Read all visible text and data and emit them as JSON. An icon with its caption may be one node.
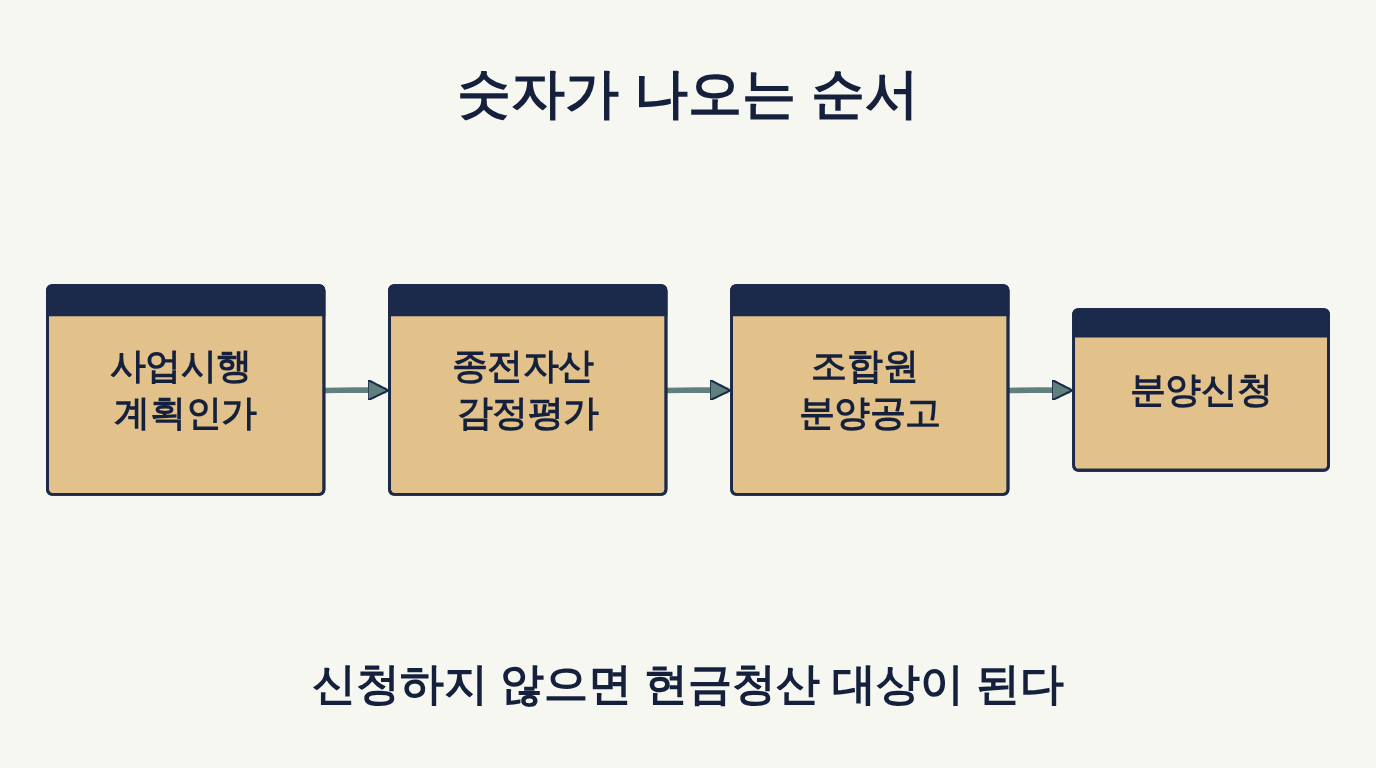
{
  "diagram": {
    "title": "숫자가 나오는 순서",
    "caption": "신청하지 않으면 현금청산 대상이 된다",
    "nodes": [
      {
        "text": [
          "사업시행 계획인가"
        ]
      },
      {
        "text": [
          "종전자산 감정평가"
        ]
      },
      {
        "text": [
          "조합원 분양공고"
        ]
      },
      {
        "text": [
          "분양신청"
        ]
      }
    ],
    "edges": [
      {
        "from": 0,
        "to": 1,
        "arrow": "to"
      },
      {
        "from": 1,
        "to": 2,
        "arrow": "to"
      },
      {
        "from": 2,
        "to": 3,
        "arrow": "to"
      }
    ]
  }
}
